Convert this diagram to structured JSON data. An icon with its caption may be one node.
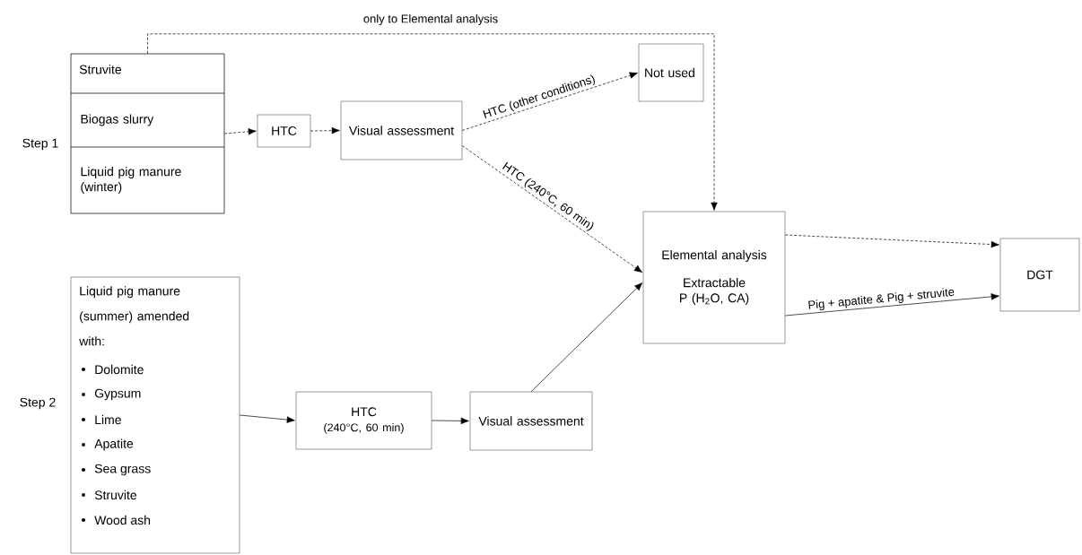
{
  "diagram": {
    "nodes": [
      {
        "text": [],
        "shape": "box"
      },
      {
        "text": [
          "Struvite"
        ],
        "in": 0
      },
      {
        "text": [
          "Biogas slurry"
        ],
        "in": 0
      },
      {
        "text": [
          "Liquid pig manure (winter)"
        ],
        "in": 0
      },
      {
        "text": [
          "HTC"
        ]
      },
      {
        "text": [
          "Visual assessment"
        ]
      },
      {
        "text": [
          "Not used"
        ]
      },
      {
        "text": [
          "Elemental analysis",
          "Extractable P (H$_{2}$O, CA)"
        ]
      },
      {
        "text": [
          "DGT"
        ]
      },
      {
        "text": [
          "Liquid pig manure (summer) amended with:",
          "Dolomite",
          "Gypsum",
          "Lime",
          "Apatite",
          "Sea grass",
          "Struvite",
          "Wood ash"
        ]
      },
      {
        "text": [
          "HTC",
          "(240°C, 60 min)"
        ]
      },
      {
        "text": [
          "Visual assessment"
        ]
      }
    ],
    "edges": [
      {
        "from": 0,
        "to": 4,
        "arrow": "to",
        "style": "dashed"
      },
      {
        "from": 4,
        "to": 5,
        "arrow": "to",
        "style": "dashed"
      },
      {
        "from": 5,
        "to": 6,
        "arrow": "to",
        "style": "dashed",
        "label": "HTC (other conditions)"
      },
      {
        "from": 5,
        "to": 7,
        "arrow": "to",
        "style": "dashed",
        "label": "HTC (240°C, 60 min)"
      },
      {
        "from": 1,
        "to": 7,
        "arrow": "to",
        "style": "dashed",
        "label": "only to Elemental analysis"
      },
      {
        "from": 7,
        "to": 8,
        "arrow": "to",
        "style": "dashed"
      },
      {
        "from": 7,
        "to": 8,
        "arrow": "to",
        "label": "Pig + apatite & Pig + struvite"
      },
      {
        "from": 9,
        "to": 10,
        "arrow": "to"
      },
      {
        "from": 10,
        "to": 11,
        "arrow": "to"
      },
      {
        "from": 11,
        "to": 7,
        "arrow": "to"
      }
    ],
    "labels": [
      "Step 1",
      "Step 2"
    ]
  }
}
